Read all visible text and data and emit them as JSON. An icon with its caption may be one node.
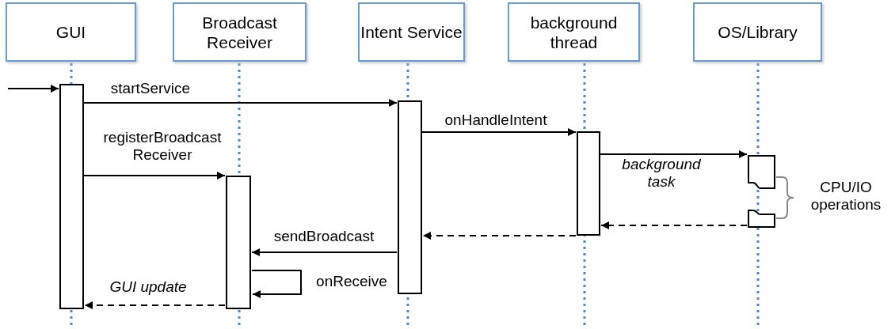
{
  "diagram": {
    "nodes": [
      {
        "text": [
          "GUI"
        ]
      },
      {
        "text": [
          "Broadcast Receiver"
        ]
      },
      {
        "text": [
          "Intent Service"
        ]
      },
      {
        "text": [
          "background thread"
        ]
      },
      {
        "text": [
          "OS/Library"
        ]
      },
      {
        "text": [],
        "shape": "bar"
      },
      {
        "text": [],
        "shape": "bar"
      },
      {
        "text": [],
        "shape": "bar"
      },
      {
        "text": [],
        "shape": "bar"
      },
      {
        "text": [],
        "shape": "box"
      },
      {
        "text": [],
        "shape": "box"
      }
    ],
    "edges": [
      {
        "from": null,
        "to": 5,
        "arrow": "to"
      },
      {
        "from": 5,
        "to": 7,
        "arrow": "to",
        "label": "startService"
      },
      {
        "from": 5,
        "to": 6,
        "arrow": "to",
        "label": "registerBroadcast Receiver"
      },
      {
        "from": 7,
        "to": 8,
        "arrow": "to",
        "label": "onHandleIntent"
      },
      {
        "from": 8,
        "to": 9,
        "arrow": "to",
        "label": "background task"
      },
      {
        "from": 10,
        "to": 8,
        "arrow": "to",
        "style": "dashed"
      },
      {
        "from": 8,
        "to": 7,
        "arrow": "to",
        "style": "dashed"
      },
      {
        "from": 7,
        "to": 6,
        "arrow": "to",
        "label": "sendBroadcast"
      },
      {
        "from": 6,
        "to": 6,
        "arrow": "to",
        "label": "onReceive"
      },
      {
        "from": 6,
        "to": 5,
        "arrow": "to",
        "style": "dashed",
        "label": "GUI update"
      }
    ],
    "labels": [
      "CPU/IO operations"
    ]
  }
}
